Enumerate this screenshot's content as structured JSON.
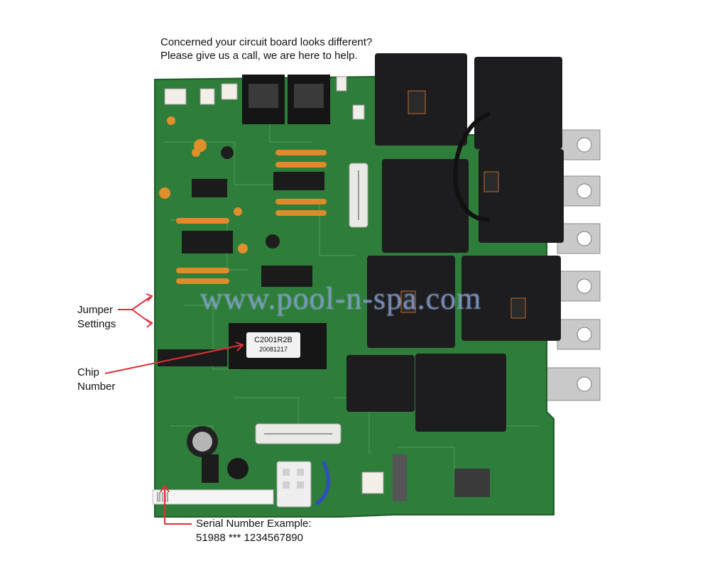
{
  "header": {
    "line1": "Concerned your circuit board looks different?",
    "line2": "Please give us a call, we are here to help."
  },
  "labels": {
    "jumper_line1": "Jumper",
    "jumper_line2": "Settings",
    "chip_line1": "Chip",
    "chip_line2": "Number",
    "serial_line1": "Serial Number Example:",
    "serial_line2": "51988 *** 1234567890"
  },
  "chip": {
    "model": "C2001R2B",
    "date": "20081217"
  },
  "watermark": "www.pool-n-spa.com",
  "colors": {
    "board": "#2e7d3a",
    "arrow": "#e0303a",
    "relay": "#1d1d1f",
    "watermark": "#7896d2"
  }
}
